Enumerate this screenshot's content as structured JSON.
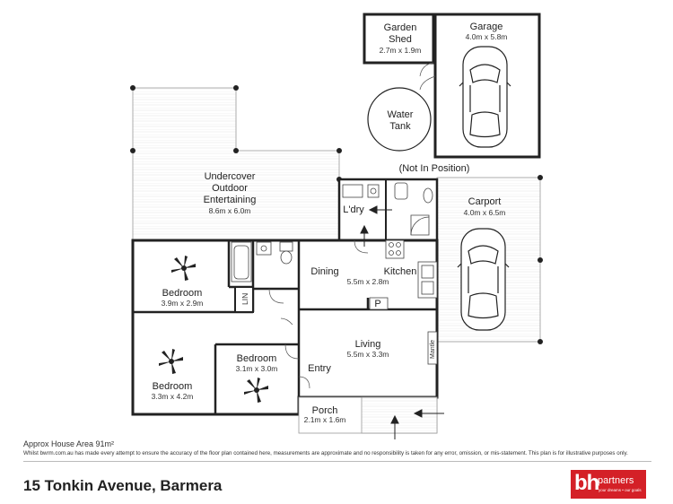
{
  "title": "15 Tonkin Avenue, Barmera",
  "approx_area": "Approx House Area 91m²",
  "disclaimer": "Whilst bwrm.com.au has made every attempt to ensure the accuracy of the floor plan contained here, measurements are approximate and no responsibility is taken for any error, omission, or mis-statement. This plan is for illustrative purposes only.",
  "not_in_position": "(Not In Position)",
  "rooms": {
    "garden_shed": {
      "name_1": "Garden",
      "name_2": "Shed",
      "dim": "2.7m x 1.9m"
    },
    "garage": {
      "name": "Garage",
      "dim": "4.0m x 5.8m"
    },
    "water_tank": {
      "name_1": "Water",
      "name_2": "Tank"
    },
    "outdoor": {
      "name_1": "Undercover",
      "name_2": "Outdoor",
      "name_3": "Entertaining",
      "dim": "8.6m x 6.0m"
    },
    "laundry": {
      "name": "L'dry"
    },
    "carport": {
      "name": "Carport",
      "dim": "4.0m x 6.5m"
    },
    "bedroom_1": {
      "name": "Bedroom",
      "dim": "3.9m x 2.9m"
    },
    "linen": {
      "name": "LIN"
    },
    "dining": {
      "name": "Dining"
    },
    "kitchen": {
      "name": "Kitchen"
    },
    "dining_kitchen_dim": "5.5m x 2.8m",
    "pantry": {
      "name": "P"
    },
    "living": {
      "name": "Living",
      "dim": "5.5m x 3.3m"
    },
    "mantle": {
      "name": "Mantle"
    },
    "bedroom_2": {
      "name": "Bedroom",
      "dim": "3.1m x 3.0m"
    },
    "bedroom_3": {
      "name": "Bedroom",
      "dim": "3.3m x 4.2m"
    },
    "entry": {
      "name": "Entry"
    },
    "porch": {
      "name": "Porch",
      "dim": "2.1m x 1.6m"
    }
  },
  "logo": {
    "mark": "bh",
    "word": "partners",
    "tagline": "your dreams • our goals"
  },
  "colors": {
    "wall": "#222222",
    "hatch": "#cfcfcf",
    "brand_red": "#d42027",
    "floor": "#ffffff"
  }
}
